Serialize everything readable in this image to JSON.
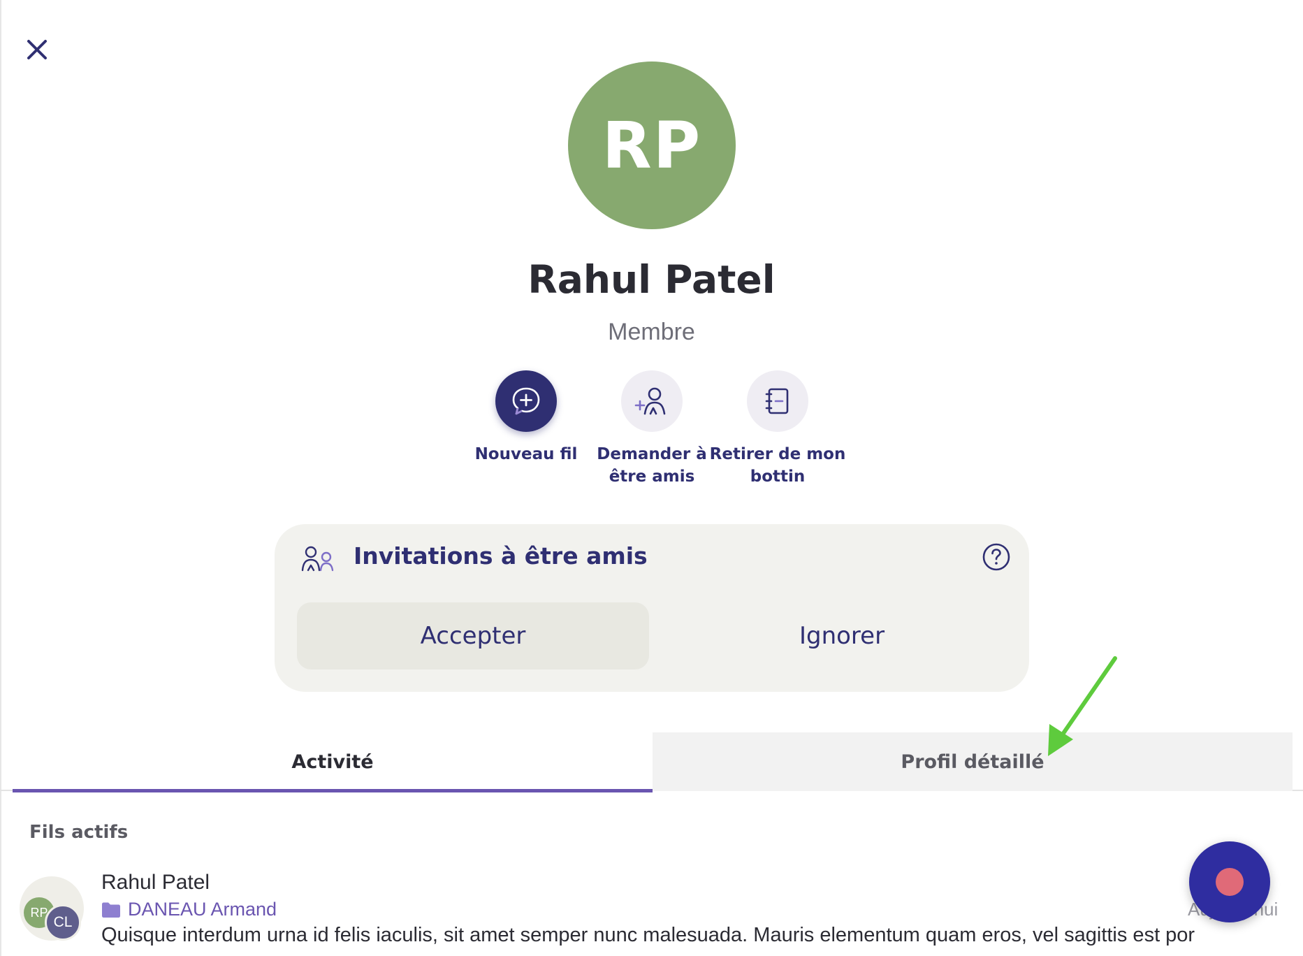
{
  "profile": {
    "initials": "RP",
    "name": "Rahul Patel",
    "role": "Membre",
    "avatar_color": "#87a96f"
  },
  "actions": [
    {
      "label_line1": "Nouveau fil",
      "label_line2": "",
      "icon": "new-thread-chat-plus-icon"
    },
    {
      "label_line1": "Demander à",
      "label_line2": "être amis",
      "icon": "add-friend-icon"
    },
    {
      "label_line1": "Retirer de mon",
      "label_line2": "bottin",
      "icon": "address-book-remove-icon"
    }
  ],
  "invitations": {
    "title": "Invitations à être amis",
    "accept_label": "Accepter",
    "ignore_label": "Ignorer",
    "icon": "people-icon",
    "help_icon": "question-circle-icon"
  },
  "tabs": {
    "active": "Activité",
    "inactive": "Profil détaillé"
  },
  "section": {
    "label": "Fils actifs"
  },
  "thread": {
    "avatar1": "RP",
    "avatar2": "CL",
    "name": "Rahul Patel",
    "folder": "DANEAU Armand",
    "time": "Aujourd'hui",
    "preview": "Quisque interdum urna id felis iaculis, sit amet semper nunc malesuada. Mauris elementum quam eros, vel sagittis est por"
  },
  "colors": {
    "primary": "#2f2f72",
    "accent": "#6a55b0",
    "fab": "#2f2da0",
    "fab_dot": "#e06a78",
    "annotation_arrow": "#5ecb3d"
  }
}
